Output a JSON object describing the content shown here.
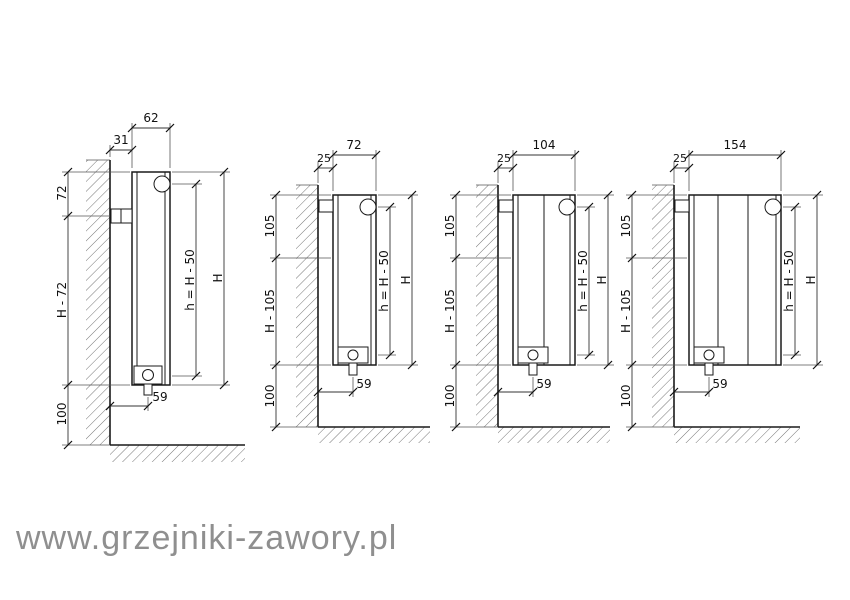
{
  "watermark": "www.grzejniki-zawory.pl",
  "diagrams": {
    "a": {
      "depth": "62",
      "wall_gap": "31",
      "upper_left": "72",
      "middle_left": "H - 72",
      "lower_left": "100",
      "connection_height": "h = H - 50",
      "total_height": "H",
      "pipe_offset": "59"
    },
    "b": {
      "depth": "72",
      "wall_gap": "25",
      "upper_left": "105",
      "middle_left": "H - 105",
      "lower_left": "100",
      "connection_height": "h = H - 50",
      "total_height": "H",
      "pipe_offset": "59"
    },
    "c": {
      "depth": "104",
      "wall_gap": "25",
      "upper_left": "105",
      "middle_left": "H - 105",
      "lower_left": "100",
      "connection_height": "h = H - 50",
      "total_height": "H",
      "pipe_offset": "59"
    },
    "d": {
      "depth": "154",
      "wall_gap": "25",
      "upper_left": "105",
      "middle_left": "H - 105",
      "lower_left": "100",
      "connection_height": "h = H - 50",
      "total_height": "H",
      "pipe_offset": "59"
    }
  }
}
